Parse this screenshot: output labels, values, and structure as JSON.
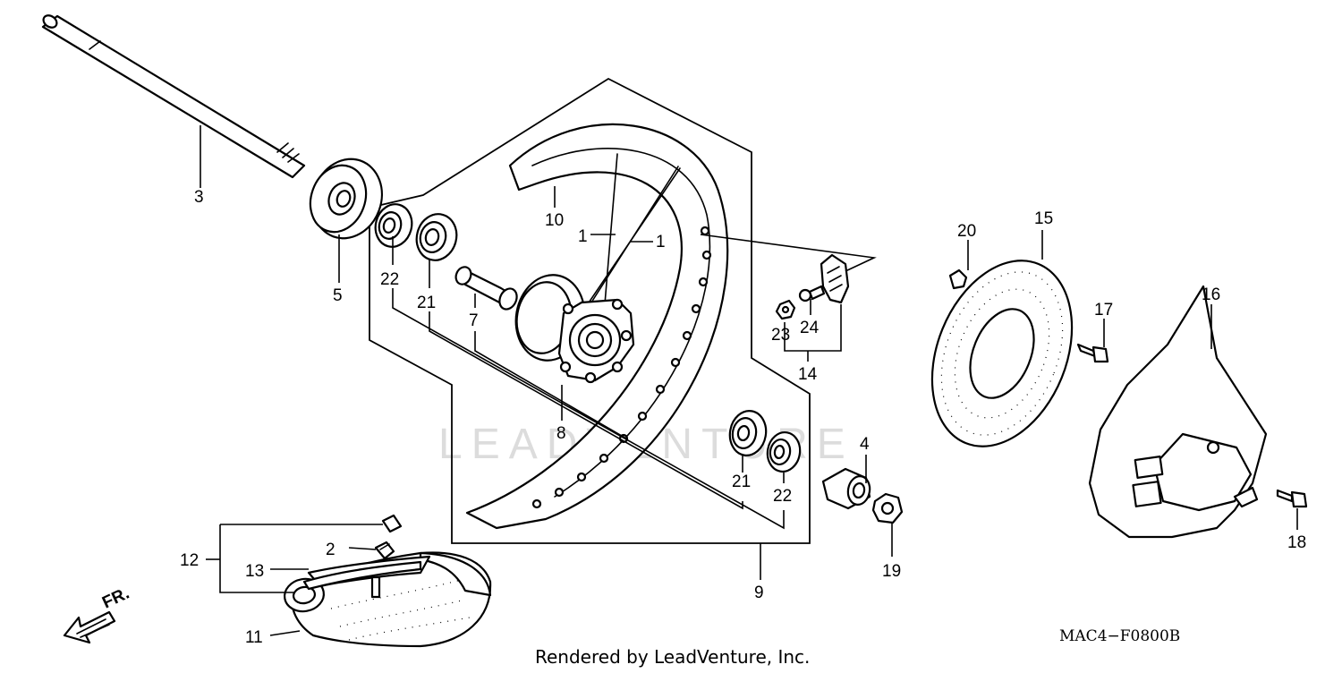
{
  "watermark": "LEADVENTURE",
  "credit": "Rendered by LeadVenture, Inc.",
  "diagram_code": "MAC4−F0800B",
  "direction_label": "FR.",
  "callouts": {
    "c1a": "1",
    "c1b": "1",
    "c2": "2",
    "c3": "3",
    "c4": "4",
    "c5": "5",
    "c7": "7",
    "c8": "8",
    "c9": "9",
    "c10": "10",
    "c11": "11",
    "c12": "12",
    "c13": "13",
    "c14": "14",
    "c15": "15",
    "c16": "16",
    "c17": "17",
    "c18": "18",
    "c19": "19",
    "c20": "20",
    "c21a": "21",
    "c21b": "21",
    "c22a": "22",
    "c22b": "22",
    "c23": "23",
    "c24": "24"
  }
}
